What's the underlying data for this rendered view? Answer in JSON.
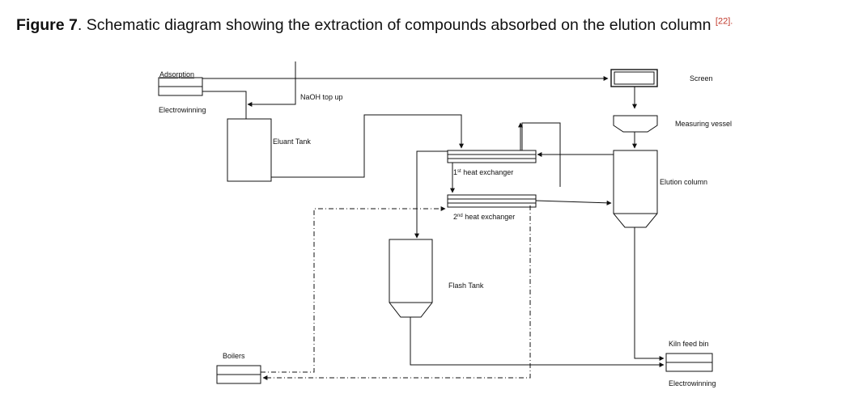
{
  "caption": {
    "label": "Figure 7",
    "sep": ".",
    "text": " Schematic diagram showing the extraction of compounds absorbed on the elution column ",
    "ref": "[22]."
  },
  "labels": {
    "adsorption": "Adsorption",
    "electrowinning_in": "Electrowinning",
    "naoh": "NaOH top up",
    "eluant_tank": "Eluant Tank",
    "screen": "Screen",
    "measuring_vessel": "Measuring vessel",
    "hx1_num": "1",
    "hx1_sup": "st",
    "hx1_text": " heat exchanger",
    "elution_column": "Elution column",
    "hx2_num": "2",
    "hx2_sup": "nd",
    "hx2_text": " heat exchanger",
    "flash_tank": "Flash Tank",
    "kiln_feed_bin": "Kiln feed bin",
    "boilers": "Boilers",
    "electrowinning_out": "Electrowinning"
  }
}
